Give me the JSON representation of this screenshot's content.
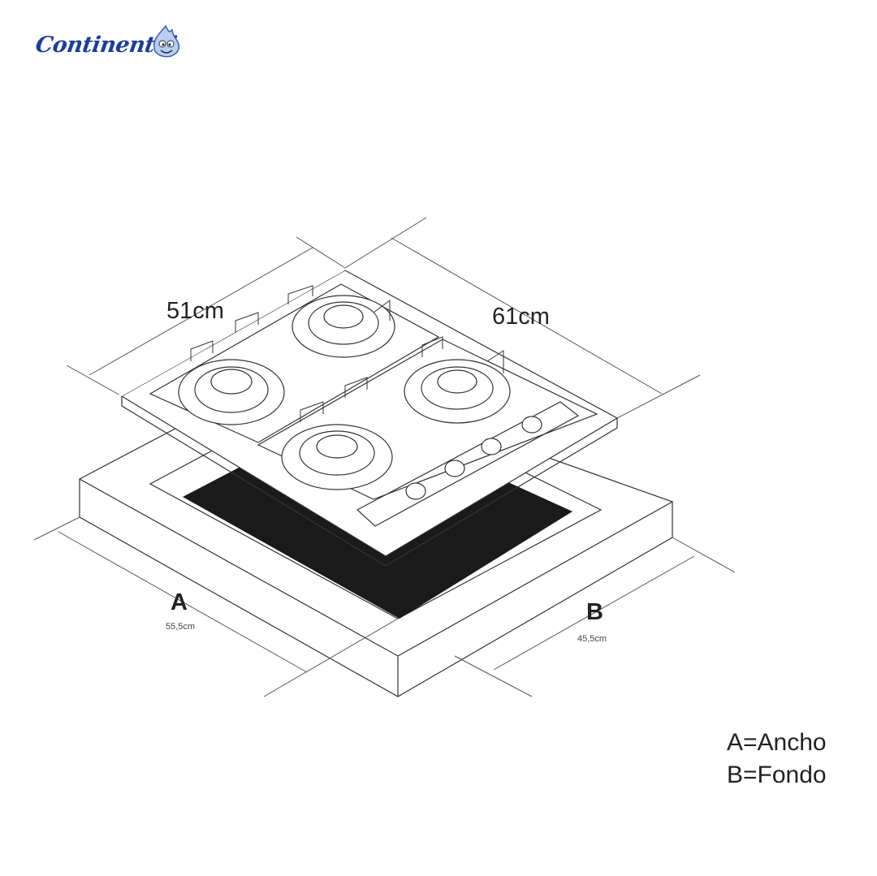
{
  "brand": {
    "logo_text": "Continental"
  },
  "dimensions": {
    "cooktop_width": "51cm",
    "cooktop_depth": "61cm",
    "a_letter": "A",
    "a_value": "55,5cm",
    "b_letter": "B",
    "b_value": "45,5cm"
  },
  "legend": {
    "a": "A=Ancho",
    "b": "B=Fondo"
  },
  "colors": {
    "brand_blue": "#1b3f98",
    "line": "#333333",
    "cutout": "#1a1a1a"
  }
}
